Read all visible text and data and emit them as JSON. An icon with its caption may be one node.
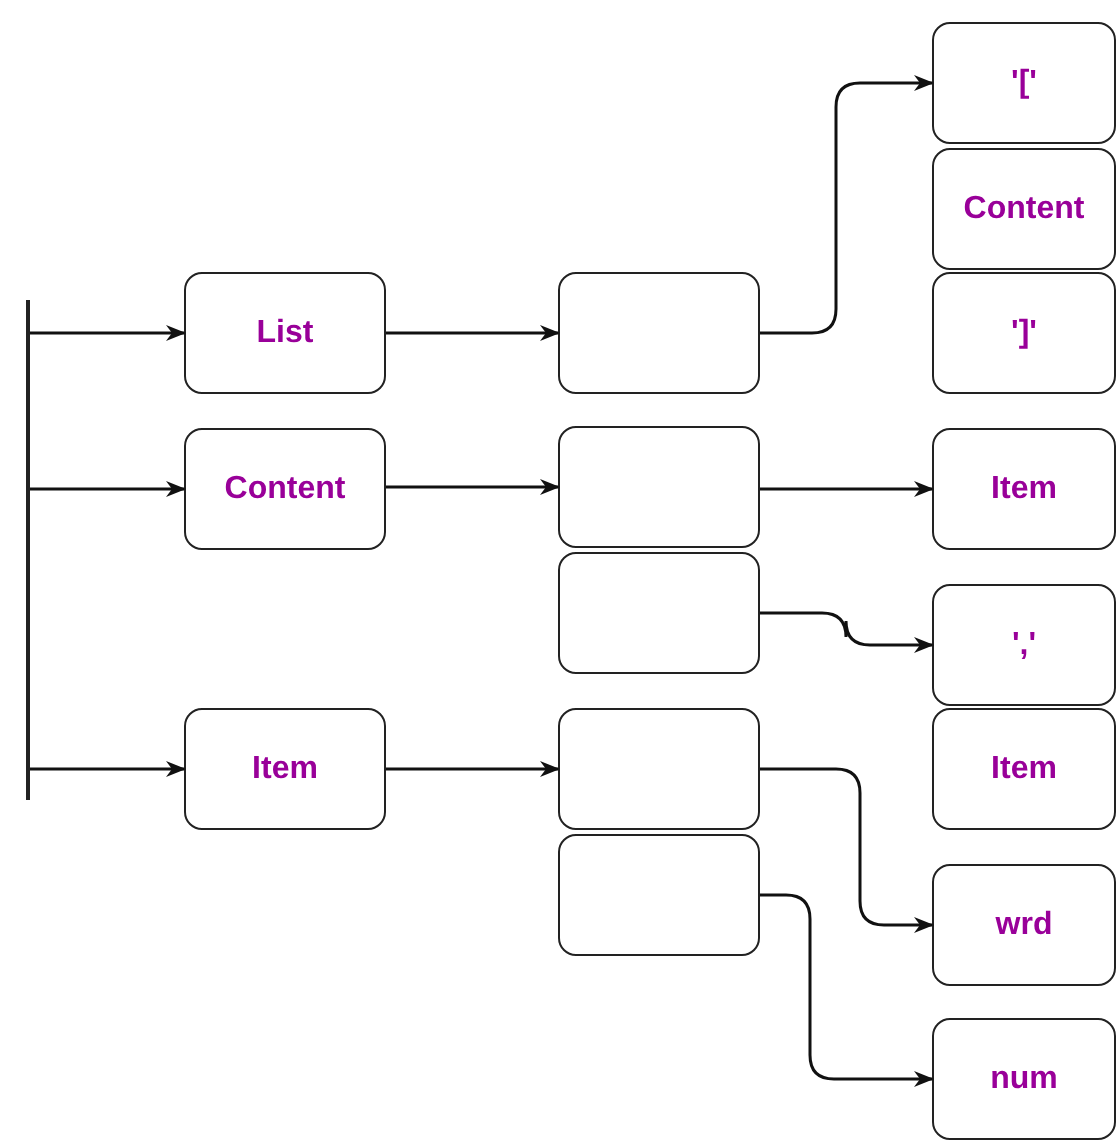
{
  "diagram": {
    "nodes": [
      {
        "text": [],
        "shape": "bar"
      },
      {
        "text": [
          "List"
        ]
      },
      {
        "text": [
          "Content"
        ]
      },
      {
        "text": [
          "Item"
        ]
      },
      {
        "text": [],
        "shape": "box"
      },
      {
        "text": [],
        "shape": "box"
      },
      {
        "text": [],
        "shape": "box"
      },
      {
        "text": [],
        "shape": "box"
      },
      {
        "text": [],
        "shape": "box"
      },
      {
        "text": [
          "'['"
        ]
      },
      {
        "text": [
          "Content"
        ]
      },
      {
        "text": [
          "']'"
        ]
      },
      {
        "text": [
          "Item"
        ]
      },
      {
        "text": [
          "','"
        ]
      },
      {
        "text": [
          "Item"
        ]
      },
      {
        "text": [
          "wrd"
        ]
      },
      {
        "text": [
          "num"
        ]
      }
    ],
    "edges": [
      {
        "from": 0,
        "to": 1,
        "arrow": "to"
      },
      {
        "from": 0,
        "to": 2,
        "arrow": "to"
      },
      {
        "from": 0,
        "to": 3,
        "arrow": "to"
      },
      {
        "from": 1,
        "to": 4,
        "arrow": "to"
      },
      {
        "from": 2,
        "to": 5,
        "arrow": "to"
      },
      {
        "from": 3,
        "to": 7,
        "arrow": "to"
      },
      {
        "from": 4,
        "to": 9,
        "arrow": "to"
      },
      {
        "from": 5,
        "to": 12,
        "arrow": "to"
      },
      {
        "from": 6,
        "to": 13,
        "arrow": "to"
      },
      {
        "from": 7,
        "to": 15,
        "arrow": "to"
      },
      {
        "from": 8,
        "to": 16,
        "arrow": "to"
      }
    ]
  }
}
